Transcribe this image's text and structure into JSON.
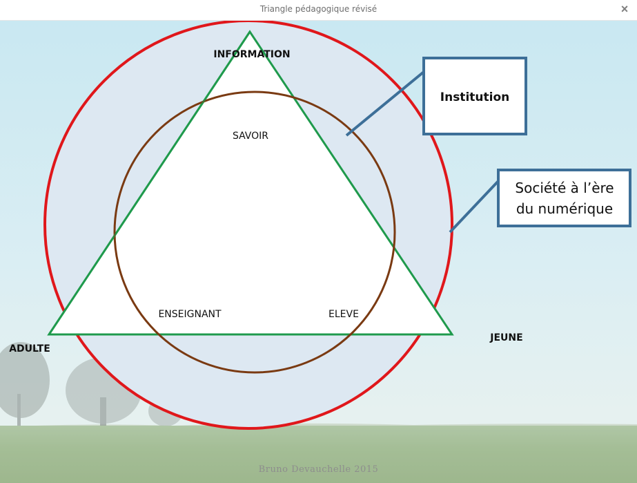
{
  "window": {
    "title": "Triangle pédagogique révisé",
    "close_icon": "×"
  },
  "diagram": {
    "labels": {
      "information": "INFORMATION",
      "savoir": "SAVOIR",
      "enseignant": "ENSEIGNANT",
      "eleve": "ELEVE",
      "adulte": "ADULTE",
      "jeune": "JEUNE"
    },
    "callouts": {
      "institution": "Institution",
      "societe_line1": "Société à l’ère",
      "societe_line2": "du numérique"
    },
    "credit": "Bruno Devauchelle 2015",
    "colors": {
      "outer_circle": "#e0171b",
      "inner_circle": "#7a3a12",
      "triangle": "#1f9a4c",
      "callout_border": "#3d6f98",
      "band_fill": "#dde8f2",
      "sky": "#d4ecf3",
      "grass": "#7ea06a"
    }
  }
}
